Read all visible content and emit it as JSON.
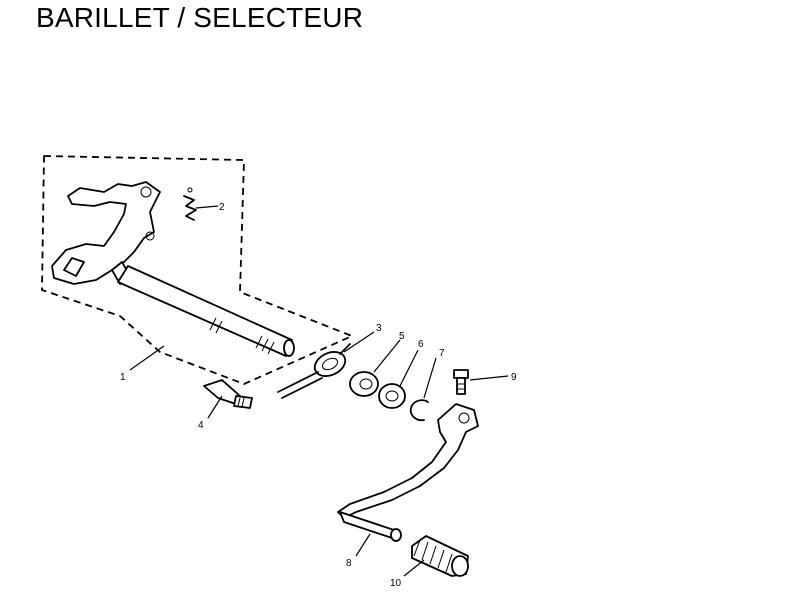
{
  "title": "BARILLET / SELECTEUR",
  "callouts": [
    {
      "id": "1",
      "label": "1"
    },
    {
      "id": "2",
      "label": "2"
    },
    {
      "id": "3",
      "label": "3"
    },
    {
      "id": "4",
      "label": "4"
    },
    {
      "id": "5",
      "label": "5"
    },
    {
      "id": "6",
      "label": "6"
    },
    {
      "id": "7",
      "label": "7"
    },
    {
      "id": "8",
      "label": "8"
    },
    {
      "id": "9",
      "label": "9"
    },
    {
      "id": "10",
      "label": "10"
    }
  ]
}
